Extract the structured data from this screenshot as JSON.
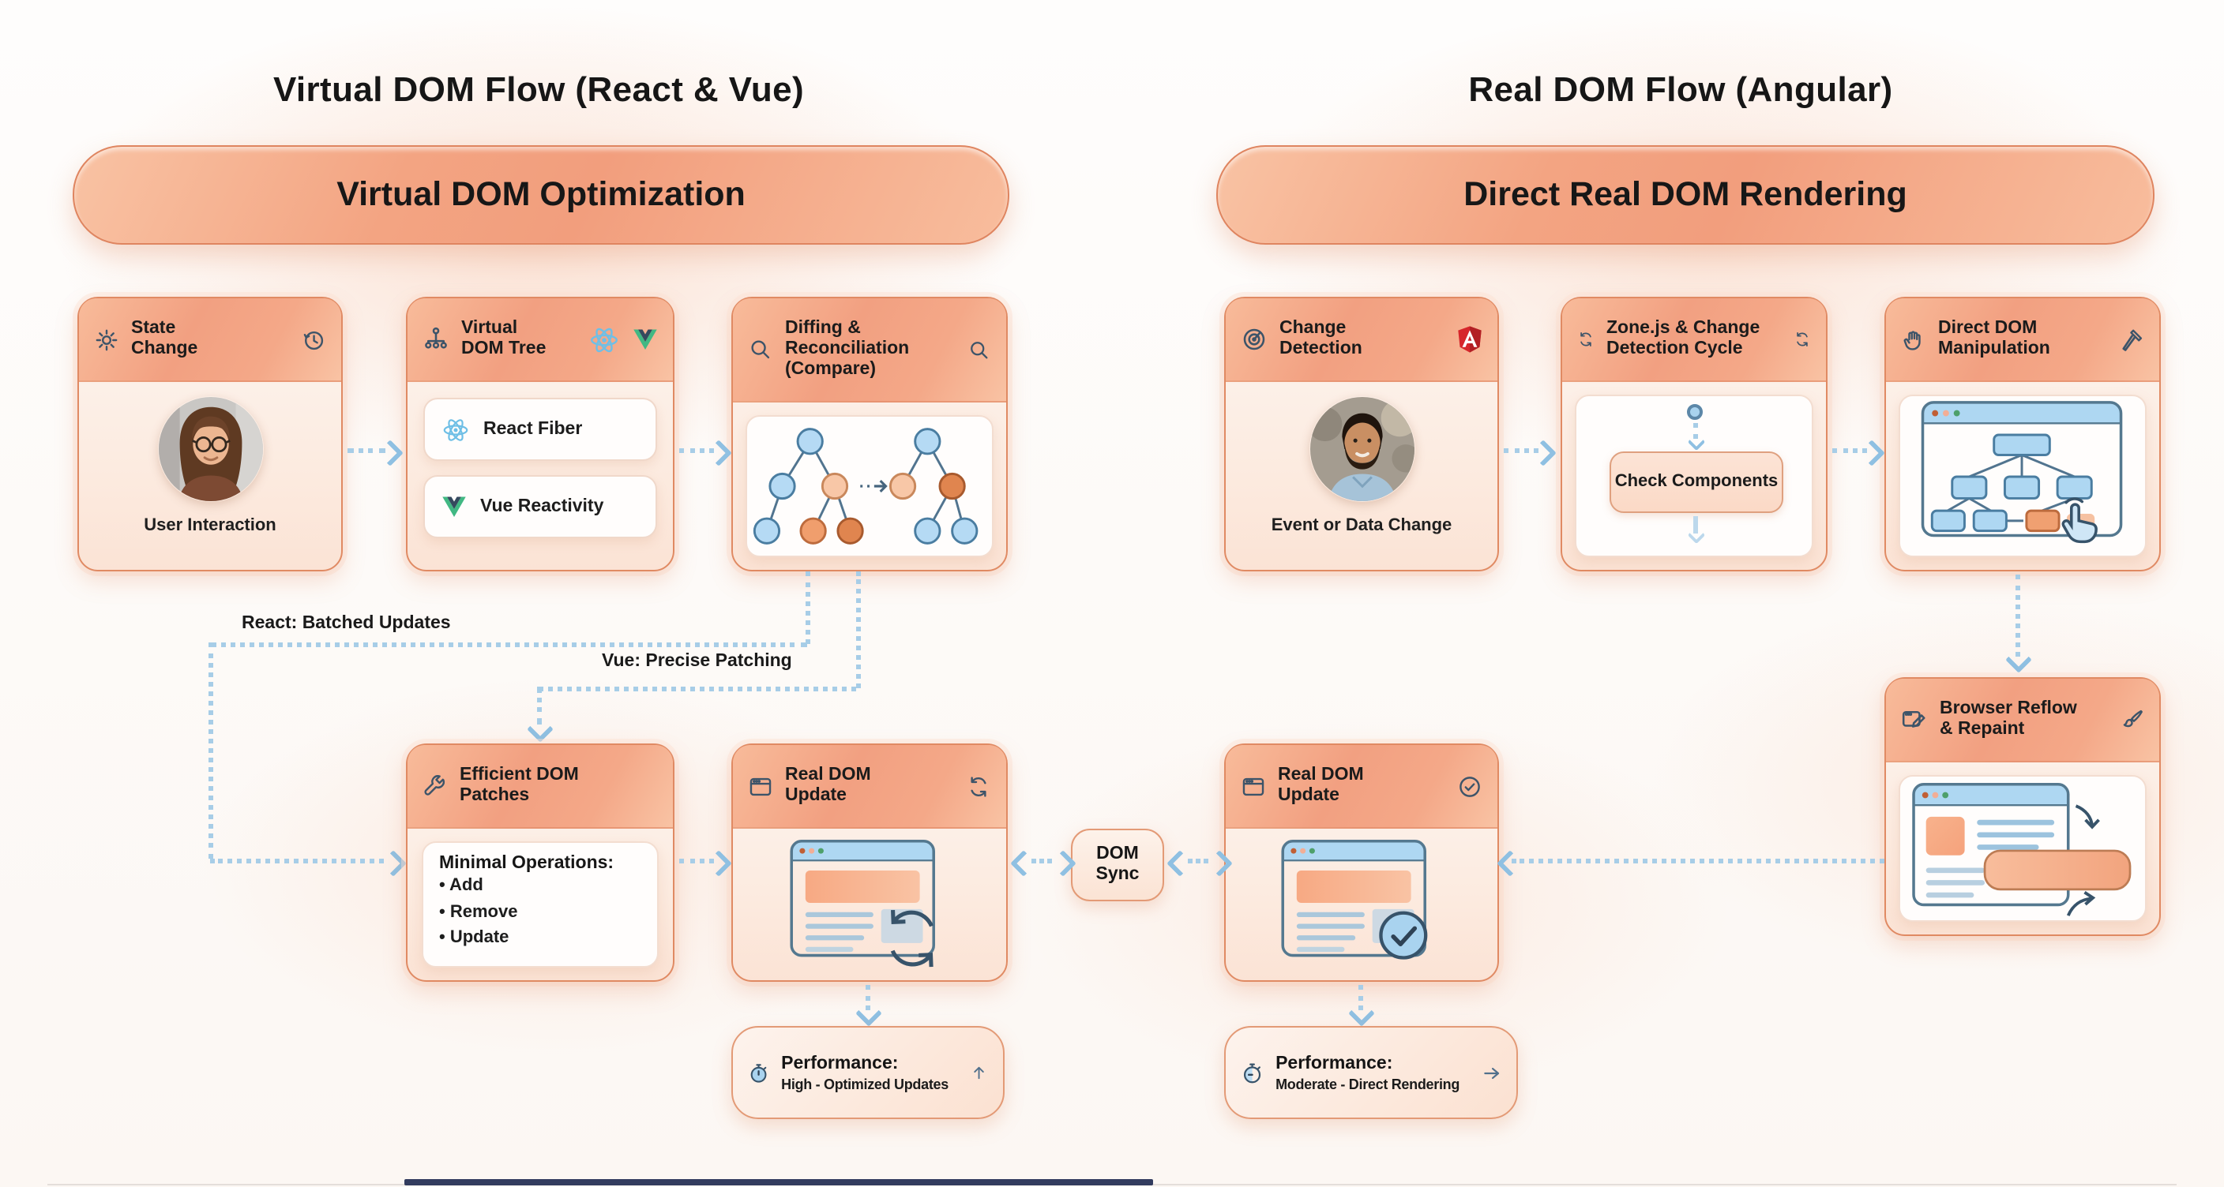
{
  "page": {
    "left_title": "Virtual DOM Flow (React & Vue)",
    "right_title": "Real DOM Flow (Angular)"
  },
  "left": {
    "banner": "Virtual DOM Optimization",
    "state_change": {
      "title": "State Change",
      "caption": "User Interaction"
    },
    "vdom_tree": {
      "title": "Virtual DOM Tree",
      "chips": [
        "React Fiber",
        "Vue Reactivity"
      ]
    },
    "diffing": {
      "title": "Diffing & Reconciliation (Compare)"
    },
    "react_label": "React: Batched Updates",
    "vue_label": "Vue: Precise Patching",
    "patches": {
      "title": "Efficient DOM Patches",
      "list_title": "Minimal Operations:",
      "items": [
        "Add",
        "Remove",
        "Update"
      ]
    },
    "real_dom": {
      "title": "Real DOM Update"
    },
    "performance": {
      "title": "Performance:",
      "value": "High - Optimized Updates"
    }
  },
  "center": {
    "dom_sync": "DOM Sync"
  },
  "right": {
    "banner": "Direct Real DOM Rendering",
    "change_detection": {
      "title": "Change Detection",
      "caption": "Event or Data Change"
    },
    "zone": {
      "title": "Zone.js & Change Detection Cycle",
      "chip": "Check Components"
    },
    "direct_dom": {
      "title": "Direct DOM Manipulation"
    },
    "reflow": {
      "title": "Browser Reflow & Repaint"
    },
    "real_dom": {
      "title": "Real DOM Update"
    },
    "performance": {
      "title": "Performance:",
      "value": "Moderate - Direct Rendering"
    }
  },
  "colors": {
    "accent_peach": "#f2a081",
    "box_border": "#e08a63",
    "arrow_blue": "#a7cde7",
    "angular_red": "#d6262b",
    "vue_green": "#41b883",
    "vue_dark": "#35495e",
    "react_blue": "#6fbfe6",
    "node_blue": "#b5daf4",
    "node_orange": "#f09e6d"
  }
}
